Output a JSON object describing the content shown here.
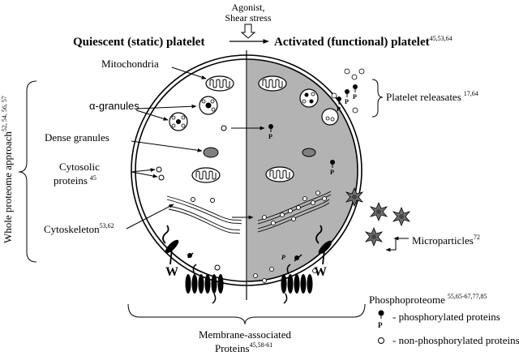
{
  "header": {
    "trigger_line1": "Agonist,",
    "trigger_line2": "Shear stress",
    "quiescent_title": "Quiescent (static) platelet",
    "activated_title": "Activated (functional) platelet",
    "activated_refs": "45,53,64"
  },
  "left_labels": {
    "mitochondria": "Mitochondria",
    "alpha_granules": "α-granules",
    "dense_granules": "Dense granules",
    "cytosolic_line1": "Cytosolic",
    "cytosolic_line2": "proteins",
    "cytosolic_refs": "45",
    "cytoskeleton": "Cytoskeleton",
    "cytoskeleton_refs": "53,62"
  },
  "side_label": {
    "text": "Whole proteome approach",
    "refs": "52, 54, 56, 57"
  },
  "right_labels": {
    "releasates": "Platelet releasates",
    "releasates_refs": "17,64",
    "microparticles": "Microparticles",
    "microparticles_refs": "72"
  },
  "bottom": {
    "membrane_line1": "Membrane-associated",
    "membrane_line2": "Proteins",
    "membrane_refs": "45,58-61"
  },
  "legend": {
    "title": "Phosphoproteome",
    "title_refs": "55,65-67,77,85",
    "phospho_marker": "P",
    "phospho_text": "- phosphorylated proteins",
    "nonphospho_text": "- non-phosphorylated proteins"
  },
  "colors": {
    "activated_fill": "#b3b3b3",
    "granule_fill": "#808080",
    "microparticle_fill": "#6e6e6e"
  }
}
